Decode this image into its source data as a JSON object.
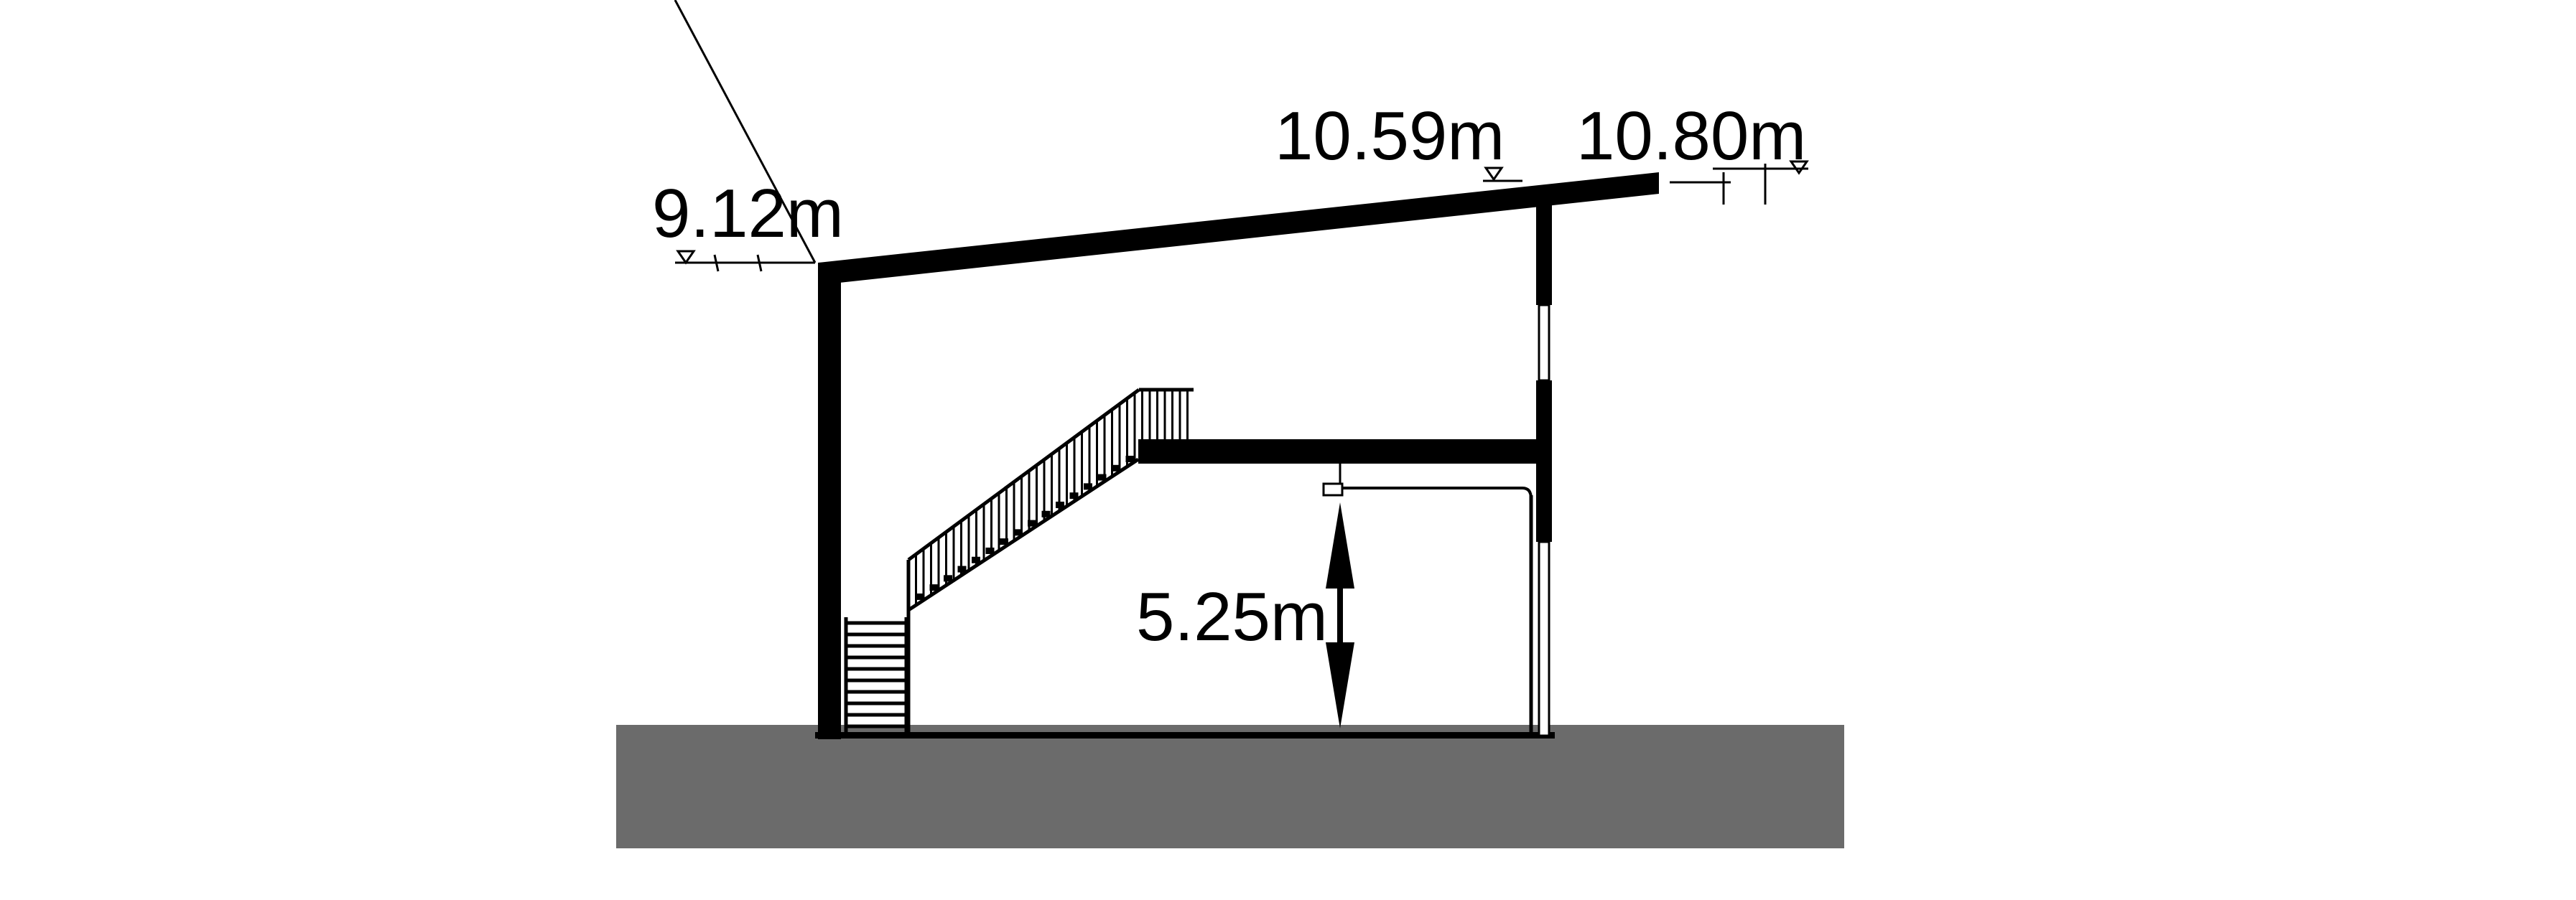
{
  "drawing": {
    "type": "building section",
    "levels": {
      "eave_left": "9.12m",
      "roof_at_column": "10.59m",
      "roof_ridge": "10.80m"
    },
    "clear_height": "5.25m"
  },
  "colors": {
    "ground": "#6b6b6b",
    "structure": "#000000",
    "background": "#ffffff"
  }
}
